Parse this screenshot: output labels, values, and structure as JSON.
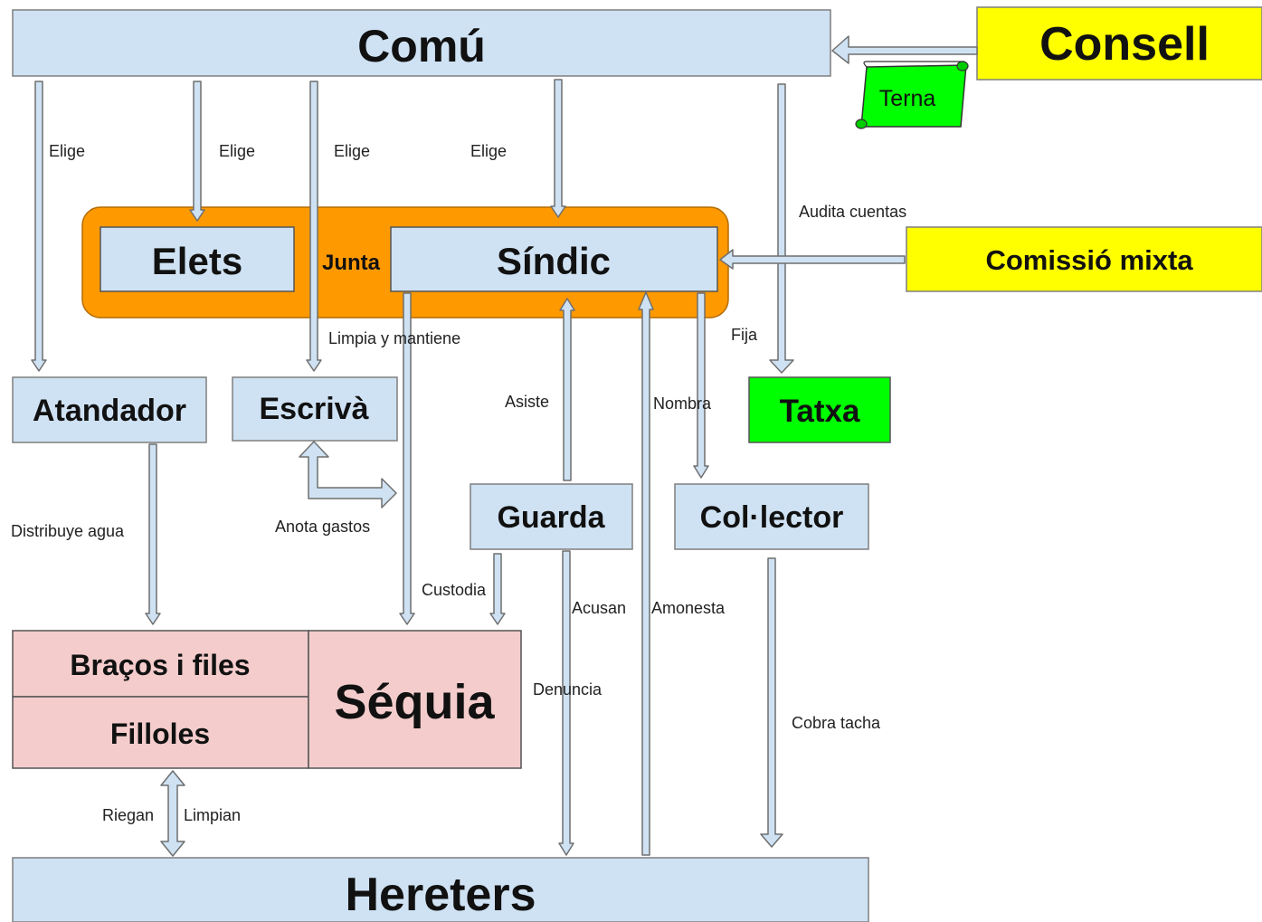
{
  "nodes": {
    "comu": "Comú",
    "consell": "Consell",
    "terna": "Terna",
    "elets": "Elets",
    "junta": "Junta",
    "sindic": "Síndic",
    "comissio": "Comissió mixta",
    "atandador": "Atandador",
    "escriva": "Escrivà",
    "tatxa": "Tatxa",
    "guarda": "Guarda",
    "collector": "Col·lector",
    "bracos": "Braços i files",
    "filloles": "Filloles",
    "sequia": "Séquia",
    "hereters": "Hereters"
  },
  "labels": {
    "elige_1": "Elige",
    "elige_2": "Elige",
    "elige_3": "Elige",
    "elige_4": "Elige",
    "audita": "Audita cuentas",
    "limpia": "Limpia y mantiene",
    "fija": "Fija",
    "asiste": "Asiste",
    "nombra": "Nombra",
    "distribuye": "Distribuye agua",
    "anota": "Anota gastos",
    "custodia": "Custodia",
    "acusan": "Acusan",
    "amonesta": "Amonesta",
    "denuncia": "Denuncia",
    "cobra": "Cobra tacha",
    "riegan": "Riegan",
    "limpian": "Limpian"
  },
  "colors": {
    "box_blue": "#cfe2f3",
    "border_gray": "#7f7f7f",
    "junta_orange": "#ff9900",
    "yellow": "#ffff00",
    "green": "#00ff00",
    "pink": "#f4cccc",
    "arrow_fill": "#cfe2f3",
    "arrow_stroke": "#6f6f6f"
  }
}
